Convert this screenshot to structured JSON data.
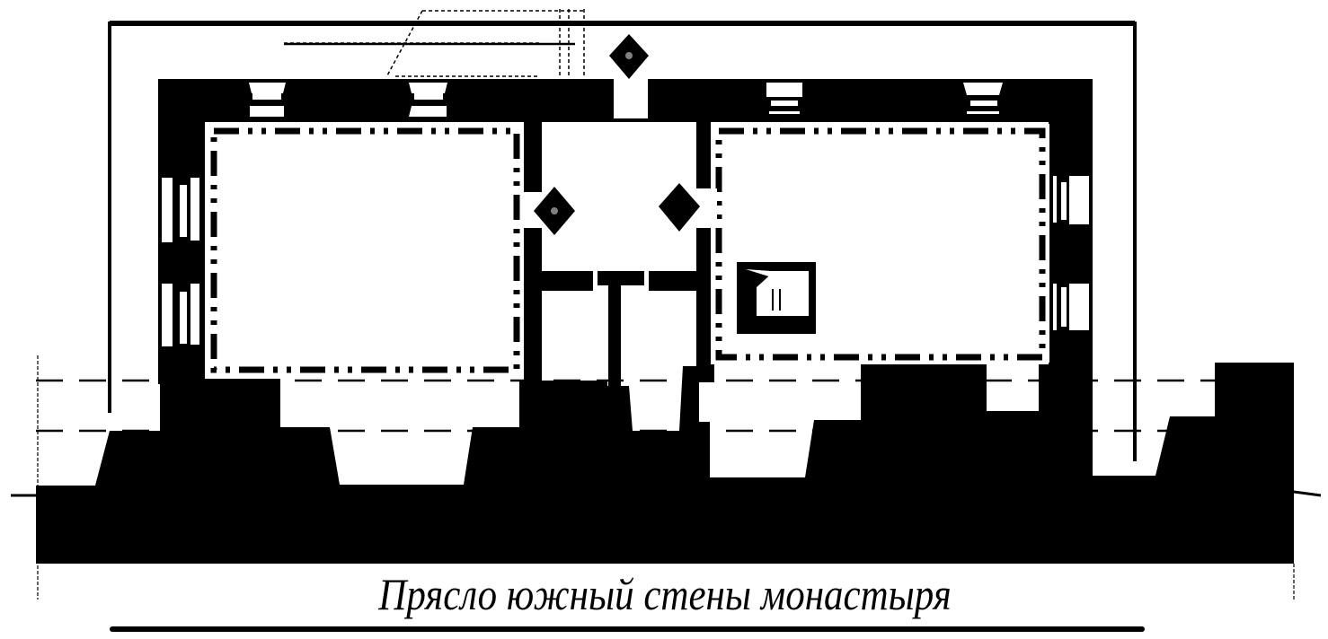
{
  "drawing": {
    "type": "architectural-floor-plan",
    "caption": "Прясло южный стены монастыря",
    "colors": {
      "wall": "#000000",
      "background": "#ffffff"
    },
    "rooms": [
      {
        "name": "west-chamber",
        "label": ""
      },
      {
        "name": "central-passage",
        "label": ""
      },
      {
        "name": "east-chamber",
        "label": ""
      }
    ],
    "elements": {
      "loophole_count_top": 4,
      "loophole_count_side": 4,
      "diamond_markers": 3,
      "stove": "east-chamber"
    }
  }
}
